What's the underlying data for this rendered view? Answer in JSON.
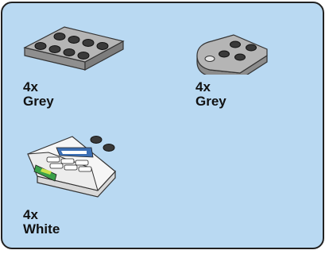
{
  "parts": [
    {
      "name": "plate-2x4",
      "quantity": "4x",
      "color": "Grey",
      "hex": "#a9a9a9"
    },
    {
      "name": "plate-rounded-2x3",
      "quantity": "4x",
      "color": "Grey",
      "hex": "#a9a9a9"
    },
    {
      "name": "wedge-printed",
      "quantity": "4x",
      "color": "White",
      "hex": "#f4f4f4"
    }
  ],
  "colors": {
    "panel_background": "#b9d9f2",
    "panel_border": "#222222"
  }
}
